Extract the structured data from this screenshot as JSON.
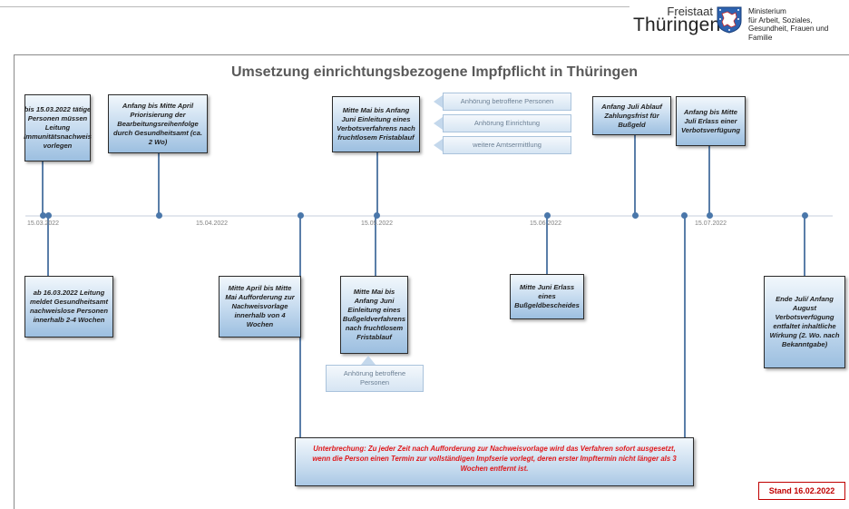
{
  "header": {
    "logo_freistaat": "Freistaat",
    "logo_thueringen": "Thüringen",
    "ministry": "Ministerium\nfür Arbeit, Soziales,\nGesundheit, Frauen und Familie",
    "crest_icon": "thuringia-crest"
  },
  "title": "Umsetzung einrichtungsbezogene Impfpflicht in Thüringen",
  "timeline": {
    "dates": [
      "15.03.2022",
      "15.04.2022",
      "15.05.2022",
      "15.06.2022",
      "15.07.2022"
    ]
  },
  "events_above": [
    "bis 15.03.2022 tätige Personen müssen Leitung Immunitätsnachweis vorlegen",
    "Anfang bis Mitte April Priorisierung der Bearbeitungsreihenfolge durch Gesundheitsamt (ca. 2 Wo)",
    "Mitte Mai bis Anfang Juni Einleitung eines Verbotsverfahrens nach fruchtlosem Fristablauf",
    "Anfang Juli Ablauf Zahlungsfrist für Bußgeld",
    "Anfang bis Mitte Juli Erlass einer Verbotsverfügung"
  ],
  "events_below": [
    "ab 16.03.2022 Leitung meldet Gesundheitsamt nachweislose Personen innerhalb 2-4 Wochen",
    "Mitte April bis Mitte Mai Aufforderung zur Nachweisvorlage innerhalb von 4 Wochen",
    "Mitte Mai bis Anfang Juni Einleitung eines Bußgeldverfahrens nach fruchtlosem Fristablauf",
    "Mitte Juni Erlass eines Bußgeldbescheides",
    "Ende Juli/ Anfang August Verbotsverfügung entfaltet inhaltliche Wirkung (2. Wo. nach Bekanntgabe)"
  ],
  "side_steps": [
    "Anhörung betroffene Personen",
    "Anhörung Einrichtung",
    "weitere Amtsermittlung"
  ],
  "bottom_step": "Anhörung betroffene Personen",
  "interruption": "Unterbrechung: Zu jeder Zeit nach Aufforderung zur Nachweisvorlage wird das Verfahren sofort ausgesetzt, wenn die Person einen Termin zur vollständigen Impfserie vorlegt, deren erster Impftermin nicht länger als 3 Wochen entfernt ist.",
  "stand": "Stand 16.02.2022",
  "colors": {
    "box_gradient_top": "#f1f7fc",
    "box_gradient_bottom": "#9cbfe0",
    "connector": "#5a7ea8",
    "interruption_text": "#e0181b",
    "stand": "#c00000"
  }
}
